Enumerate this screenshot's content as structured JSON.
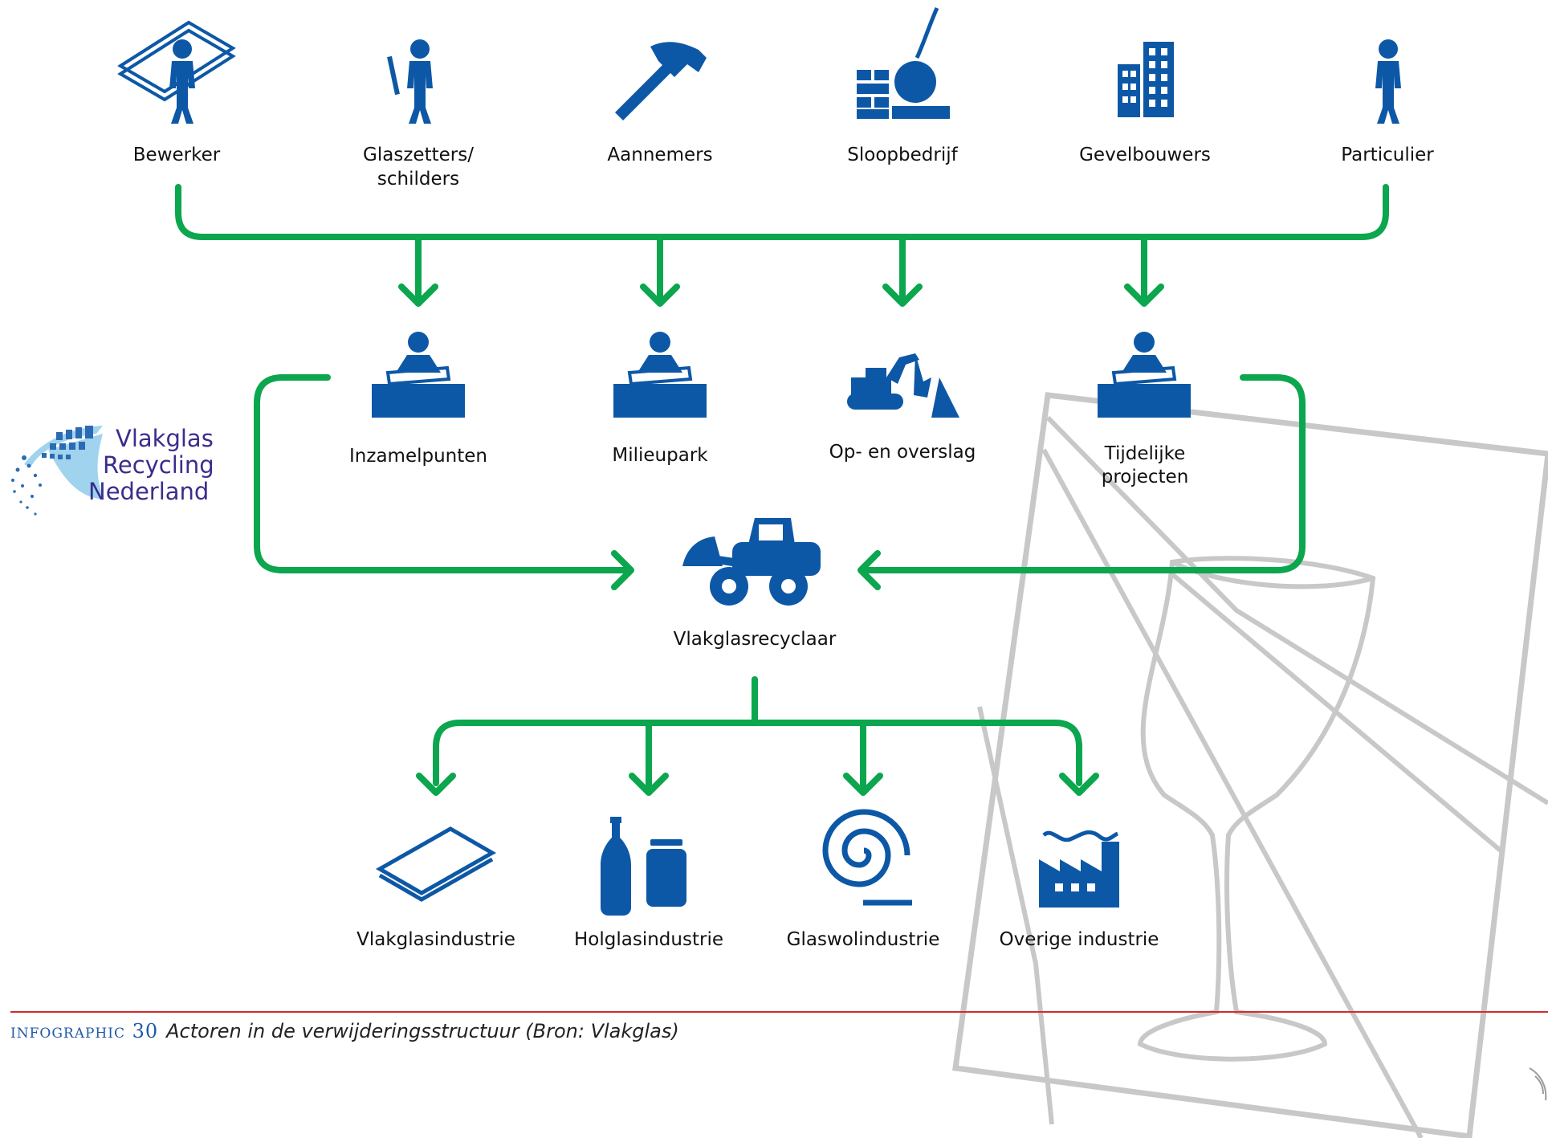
{
  "colors": {
    "icon_blue": "#0d58a6",
    "arrow_green": "#0ba64e",
    "caption_red": "#d22b2b",
    "caption_blue": "#1f5aa8",
    "sketch_gray": "#c8c8c8",
    "logo_purple": "#3a2d8c",
    "logo_cyan": "#9fd3ee"
  },
  "top_actors": [
    {
      "label": "Bewerker",
      "icon": "worker-carrying-glass-pane-icon"
    },
    {
      "label": "Glaszetters/\nschilders",
      "icon": "glazier-with-tool-icon"
    },
    {
      "label": "Aannemers",
      "icon": "hammer-icon"
    },
    {
      "label": "Sloopbedrijf",
      "icon": "wrecking-ball-icon"
    },
    {
      "label": "Gevelbouwers",
      "icon": "building-icon"
    },
    {
      "label": "Particulier",
      "icon": "person-icon"
    }
  ],
  "collection_points": [
    {
      "label": "Inzamelpunten",
      "icon": "person-at-counter-icon"
    },
    {
      "label": "Milieupark",
      "icon": "person-at-counter-icon"
    },
    {
      "label": "Op- en overslag",
      "icon": "excavator-icon"
    },
    {
      "label": "Tijdelijke\nprojecten",
      "icon": "person-at-counter-icon"
    }
  ],
  "recycler": {
    "label": "Vlakglasrecyclaar",
    "icon": "wheel-loader-icon"
  },
  "industries": [
    {
      "label": "Vlakglasindustrie",
      "icon": "glass-sheet-icon"
    },
    {
      "label": "Holglasindustrie",
      "icon": "bottle-and-jar-icon"
    },
    {
      "label": "Glaswolindustrie",
      "icon": "glass-wool-roll-icon"
    },
    {
      "label": "Overige industrie",
      "icon": "factory-icon"
    }
  ],
  "logo": {
    "lines": [
      "Vlakglas",
      "Recycling",
      "Nederland"
    ]
  },
  "caption": {
    "tag": "infographic 30",
    "text": "Actoren in de verwijderingsstructuur (Bron: Vlakglas)"
  }
}
